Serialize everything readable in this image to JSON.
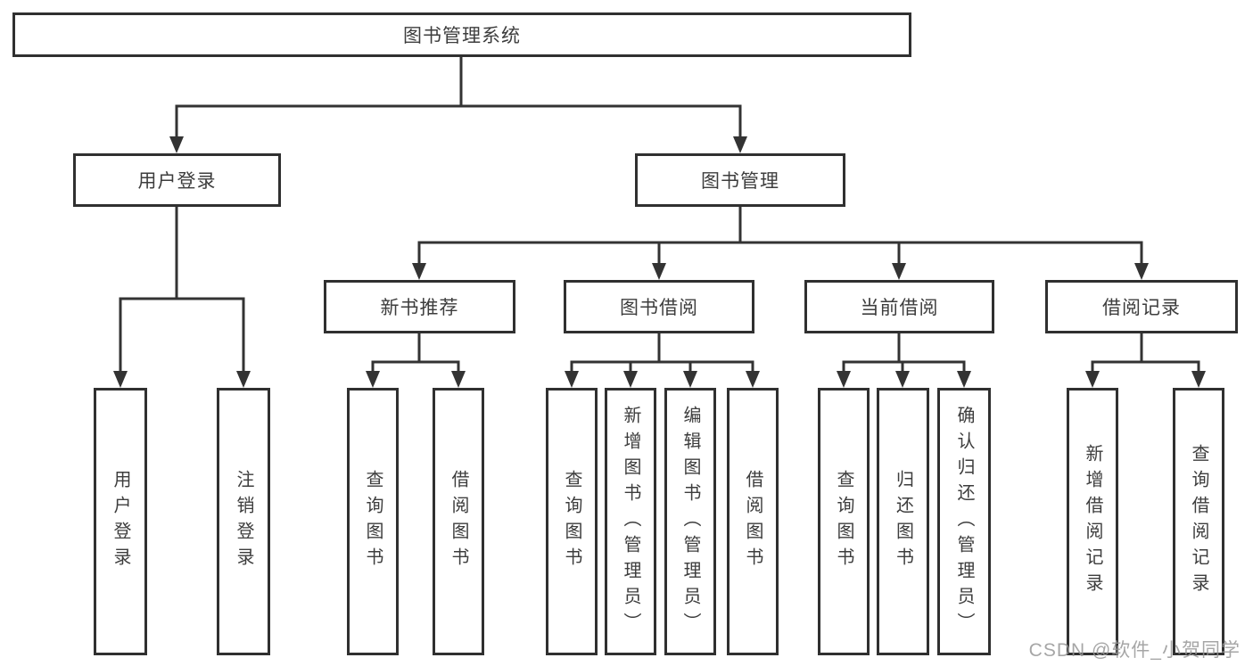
{
  "tree": {
    "label": "图书管理系统",
    "children": [
      {
        "label": "用户登录",
        "children": [
          {
            "label": "用户登录"
          },
          {
            "label": "注销登录"
          }
        ]
      },
      {
        "label": "图书管理",
        "children": [
          {
            "label": "新书推荐",
            "children": [
              {
                "label": "查询图书"
              },
              {
                "label": "借阅图书"
              }
            ]
          },
          {
            "label": "图书借阅",
            "children": [
              {
                "label": "查询图书"
              },
              {
                "label": "新增图书（管理员）"
              },
              {
                "label": "编辑图书（管理员）"
              },
              {
                "label": "借阅图书"
              }
            ]
          },
          {
            "label": "当前借阅",
            "children": [
              {
                "label": "查询图书"
              },
              {
                "label": "归还图书"
              },
              {
                "label": "确认归还（管理员）"
              }
            ]
          },
          {
            "label": "借阅记录",
            "children": [
              {
                "label": "新增借阅记录"
              },
              {
                "label": "查询借阅记录"
              }
            ]
          }
        ]
      }
    ]
  },
  "watermark": {
    "text": "CSDN @软件_小贺同学"
  },
  "colors": {
    "line": "#333333",
    "text": "#3d3d3d",
    "background": "#ffffff",
    "watermark": "#969696"
  }
}
